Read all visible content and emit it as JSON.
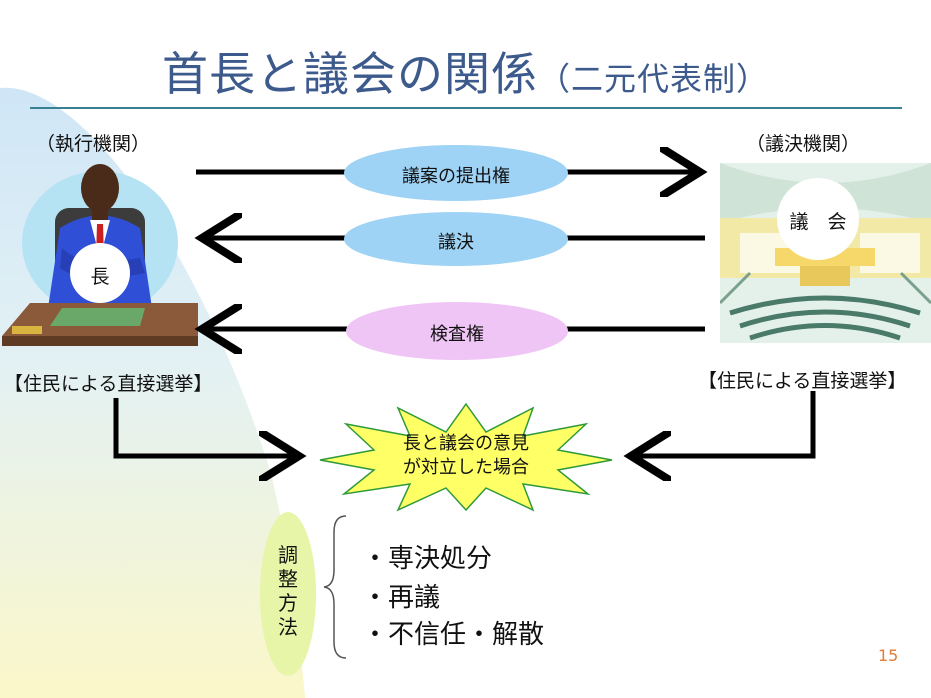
{
  "slide": {
    "title_main": "首長と議会の関係",
    "title_sub": "（二元代表制）",
    "page_number": "15"
  },
  "executive": {
    "label": "（執行機関）",
    "badge": "長",
    "election": "【住民による直接選挙】"
  },
  "legislature": {
    "label": "（議決機関）",
    "badge": "議　会",
    "election": "【住民による直接選挙】"
  },
  "arrows": {
    "proposal_right": "議案の提出権",
    "resolution": "議決",
    "inspection_right": "検査権"
  },
  "conflict": {
    "line1": "長と議会の意見",
    "line2": "が対立した場合"
  },
  "adjustment": {
    "label": "調整方法",
    "methods": [
      "・専決処分",
      "・再議",
      "・不信任・解散"
    ]
  },
  "colors": {
    "title": "#3d5a8c",
    "title_rule": "#3b7f94",
    "bubble_blue": "#9fd3f5",
    "bubble_pink": "#efc5f5",
    "star_yellow": "#ffff66",
    "oval_green": "#e6f5a8",
    "page_number": "#e07b3a"
  }
}
